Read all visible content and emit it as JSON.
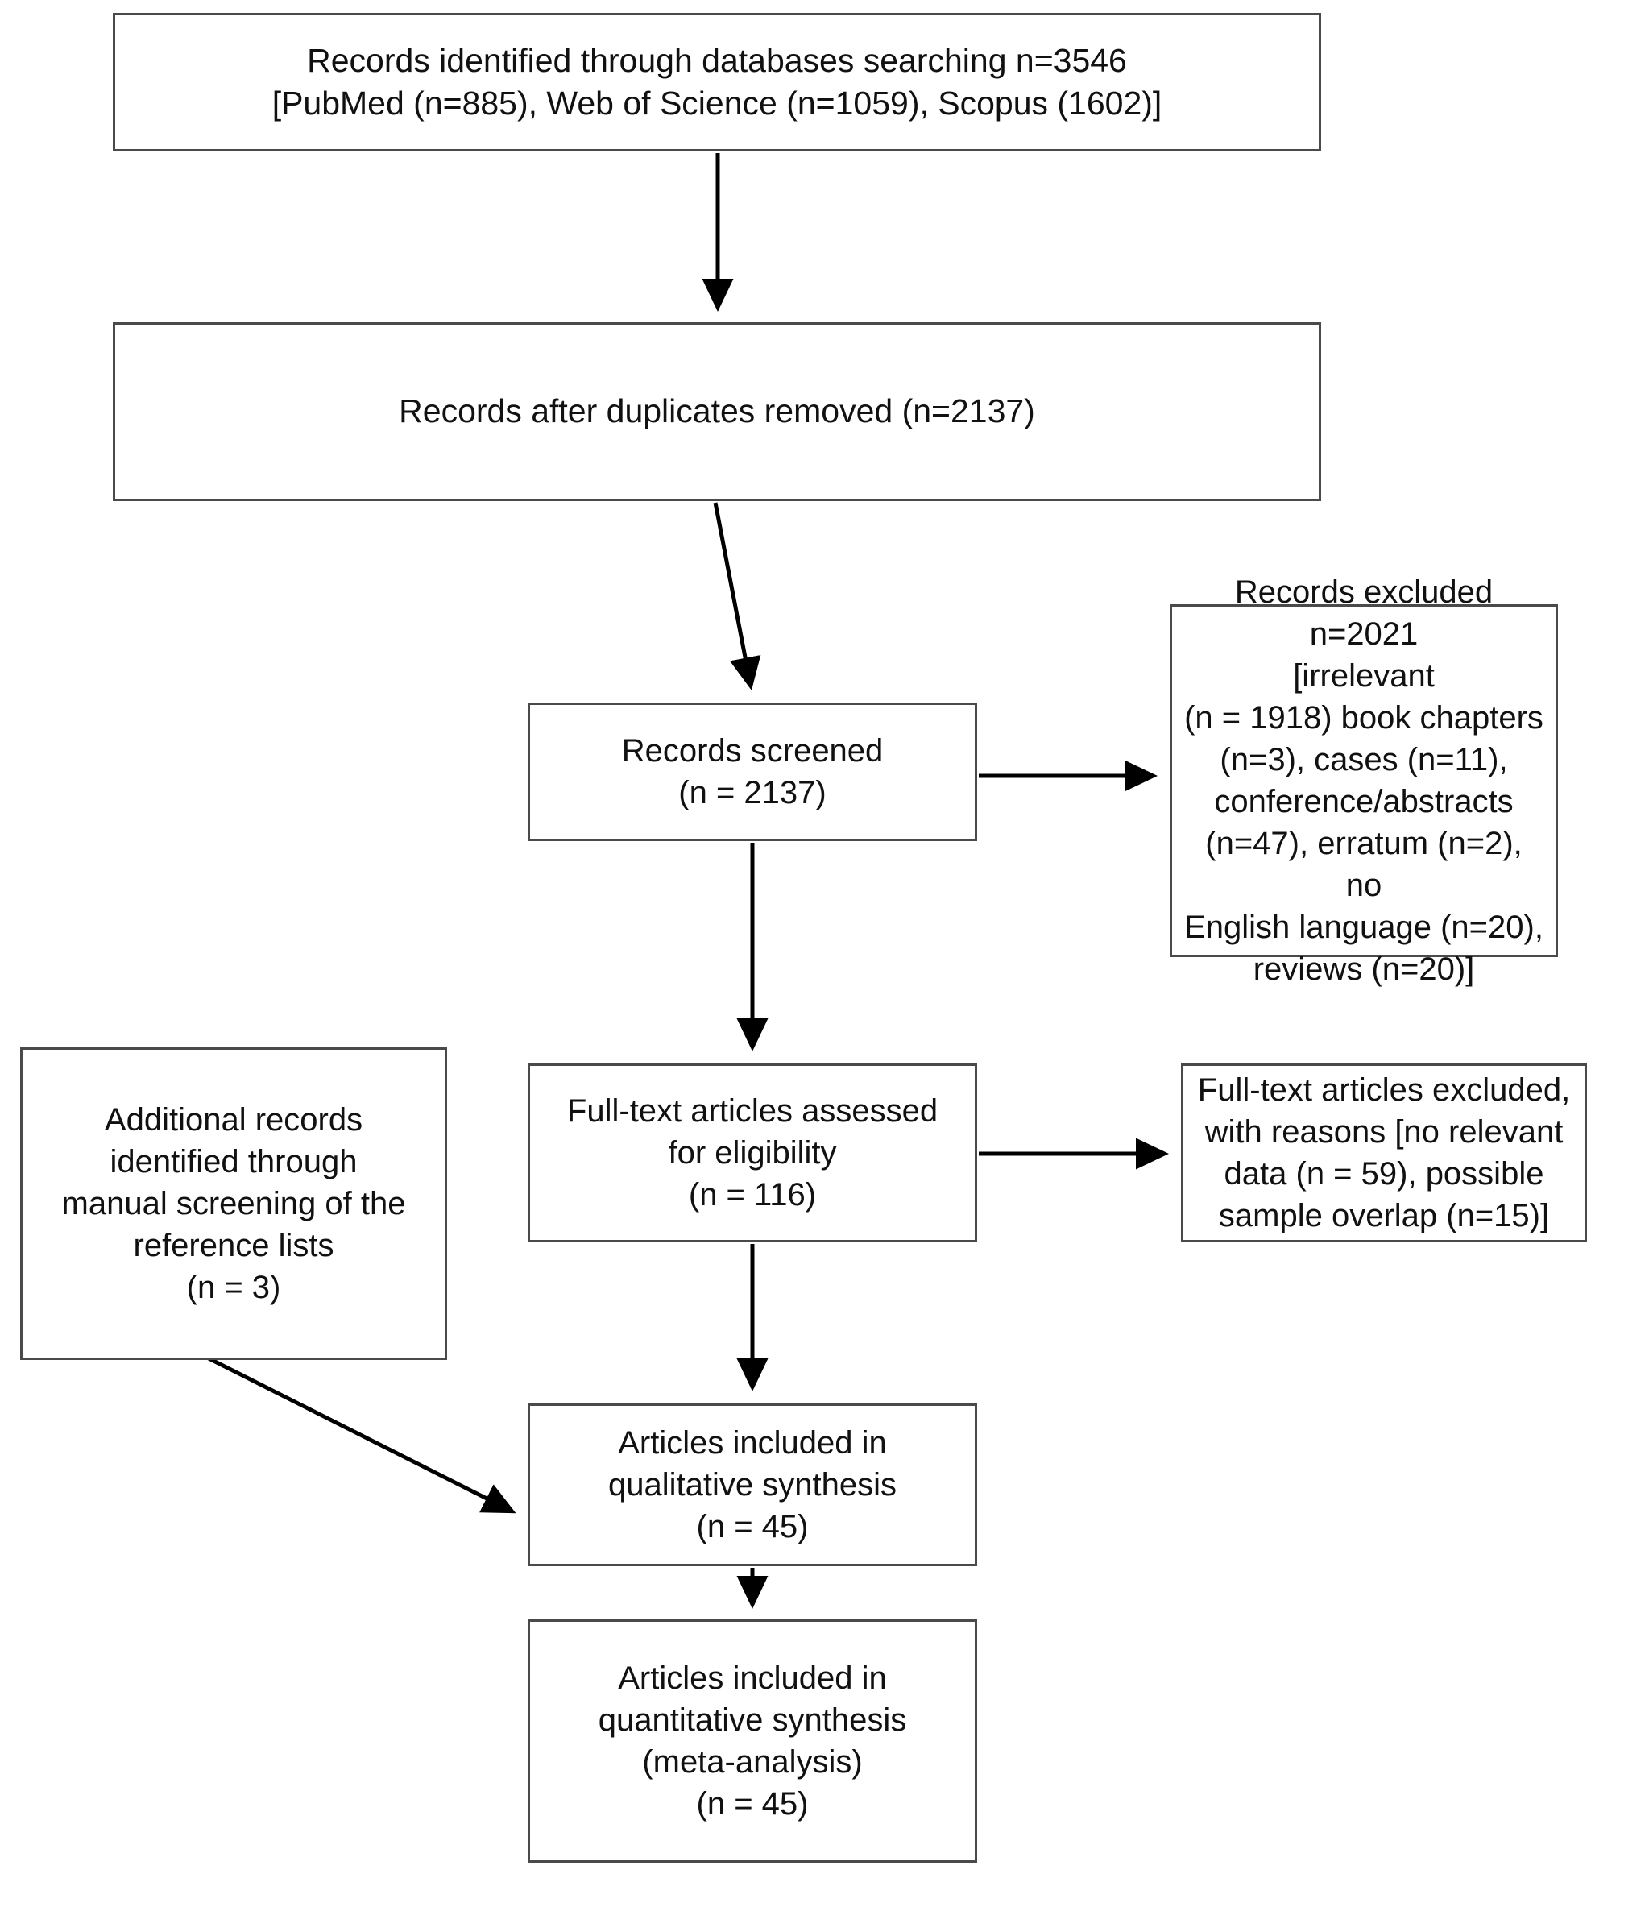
{
  "diagram": {
    "title": "PRISMA flow diagram of study selection",
    "type": "flowchart",
    "background_color": "#ffffff",
    "border_color": "#4a4a4a",
    "text_color": "#111111"
  },
  "nodes": {
    "identification": {
      "text": "Records identified through databases searching n=3546\n[PubMed (n=885), Web of Science (n=1059), Scopus (1602)]",
      "count": 3546,
      "sources": [
        {
          "name": "PubMed",
          "n": 885
        },
        {
          "name": "Web of Science",
          "n": 1059
        },
        {
          "name": "Scopus",
          "n": 1602
        }
      ]
    },
    "duplicates_removed": {
      "text": "Records after duplicates removed (n=2137)",
      "count": 2137
    },
    "records_screened": {
      "text": "Records screened\n(n = 2137)",
      "count": 2137
    },
    "records_excluded": {
      "text": "Records excluded n=2021\n[irrelevant\n(n = 1918) book chapters\n(n=3), cases (n=11),\nconference/abstracts\n(n=47), erratum (n=2), no\nEnglish language (n=20),\nreviews (n=20)]",
      "count": 2021,
      "reasons": [
        {
          "name": "irrelevant",
          "n": 1918
        },
        {
          "name": "book chapters",
          "n": 3
        },
        {
          "name": "cases",
          "n": 11
        },
        {
          "name": "conference/abstracts",
          "n": 47
        },
        {
          "name": "erratum",
          "n": 2
        },
        {
          "name": "no English language",
          "n": 20
        },
        {
          "name": "reviews",
          "n": 20
        }
      ]
    },
    "fulltext_assessed": {
      "text": "Full-text articles assessed\nfor eligibility\n(n = 116)",
      "count": 116
    },
    "fulltext_excluded": {
      "text": "Full-text articles excluded,\nwith reasons [no relevant\ndata (n = 59), possible\nsample overlap (n=15)]",
      "reasons": [
        {
          "name": "no relevant data",
          "n": 59
        },
        {
          "name": "possible sample overlap",
          "n": 15
        }
      ]
    },
    "additional_records": {
      "text": "Additional records\nidentified through\nmanual screening of the\nreference lists\n(n = 3)",
      "count": 3
    },
    "qualitative_synthesis": {
      "text": "Articles included in\nqualitative synthesis\n(n = 45)",
      "count": 45
    },
    "quantitative_synthesis": {
      "text": "Articles included in\nquantitative synthesis\n(meta-analysis)\n(n = 45)",
      "count": 45
    }
  },
  "edges": [
    {
      "from": "identification",
      "to": "duplicates_removed",
      "style": "arrow-down"
    },
    {
      "from": "duplicates_removed",
      "to": "records_screened",
      "style": "arrow-down"
    },
    {
      "from": "records_screened",
      "to": "records_excluded",
      "style": "arrow-right"
    },
    {
      "from": "records_screened",
      "to": "fulltext_assessed",
      "style": "arrow-down"
    },
    {
      "from": "fulltext_assessed",
      "to": "fulltext_excluded",
      "style": "arrow-right"
    },
    {
      "from": "fulltext_assessed",
      "to": "qualitative_synthesis",
      "style": "arrow-down"
    },
    {
      "from": "additional_records",
      "to": "qualitative_synthesis",
      "style": "arrow-diagonal"
    },
    {
      "from": "qualitative_synthesis",
      "to": "quantitative_synthesis",
      "style": "arrow-down"
    }
  ]
}
